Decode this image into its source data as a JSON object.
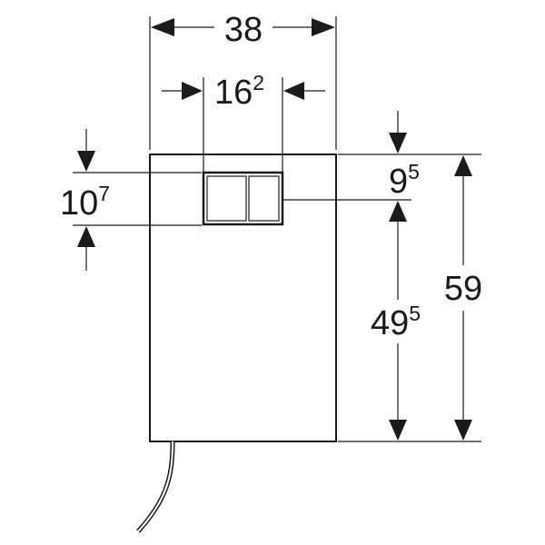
{
  "dimensions": {
    "width_total": "38",
    "plate_width_main": "16",
    "plate_width_sup": "2",
    "plate_height_main": "10",
    "plate_height_sup": "7",
    "top_offset_main": "9",
    "top_offset_sup": "5",
    "bottom_offset_main": "49",
    "bottom_offset_sup": "5",
    "height_total": "59"
  },
  "colors": {
    "line": "#1a1a1a",
    "background": "#ffffff"
  }
}
